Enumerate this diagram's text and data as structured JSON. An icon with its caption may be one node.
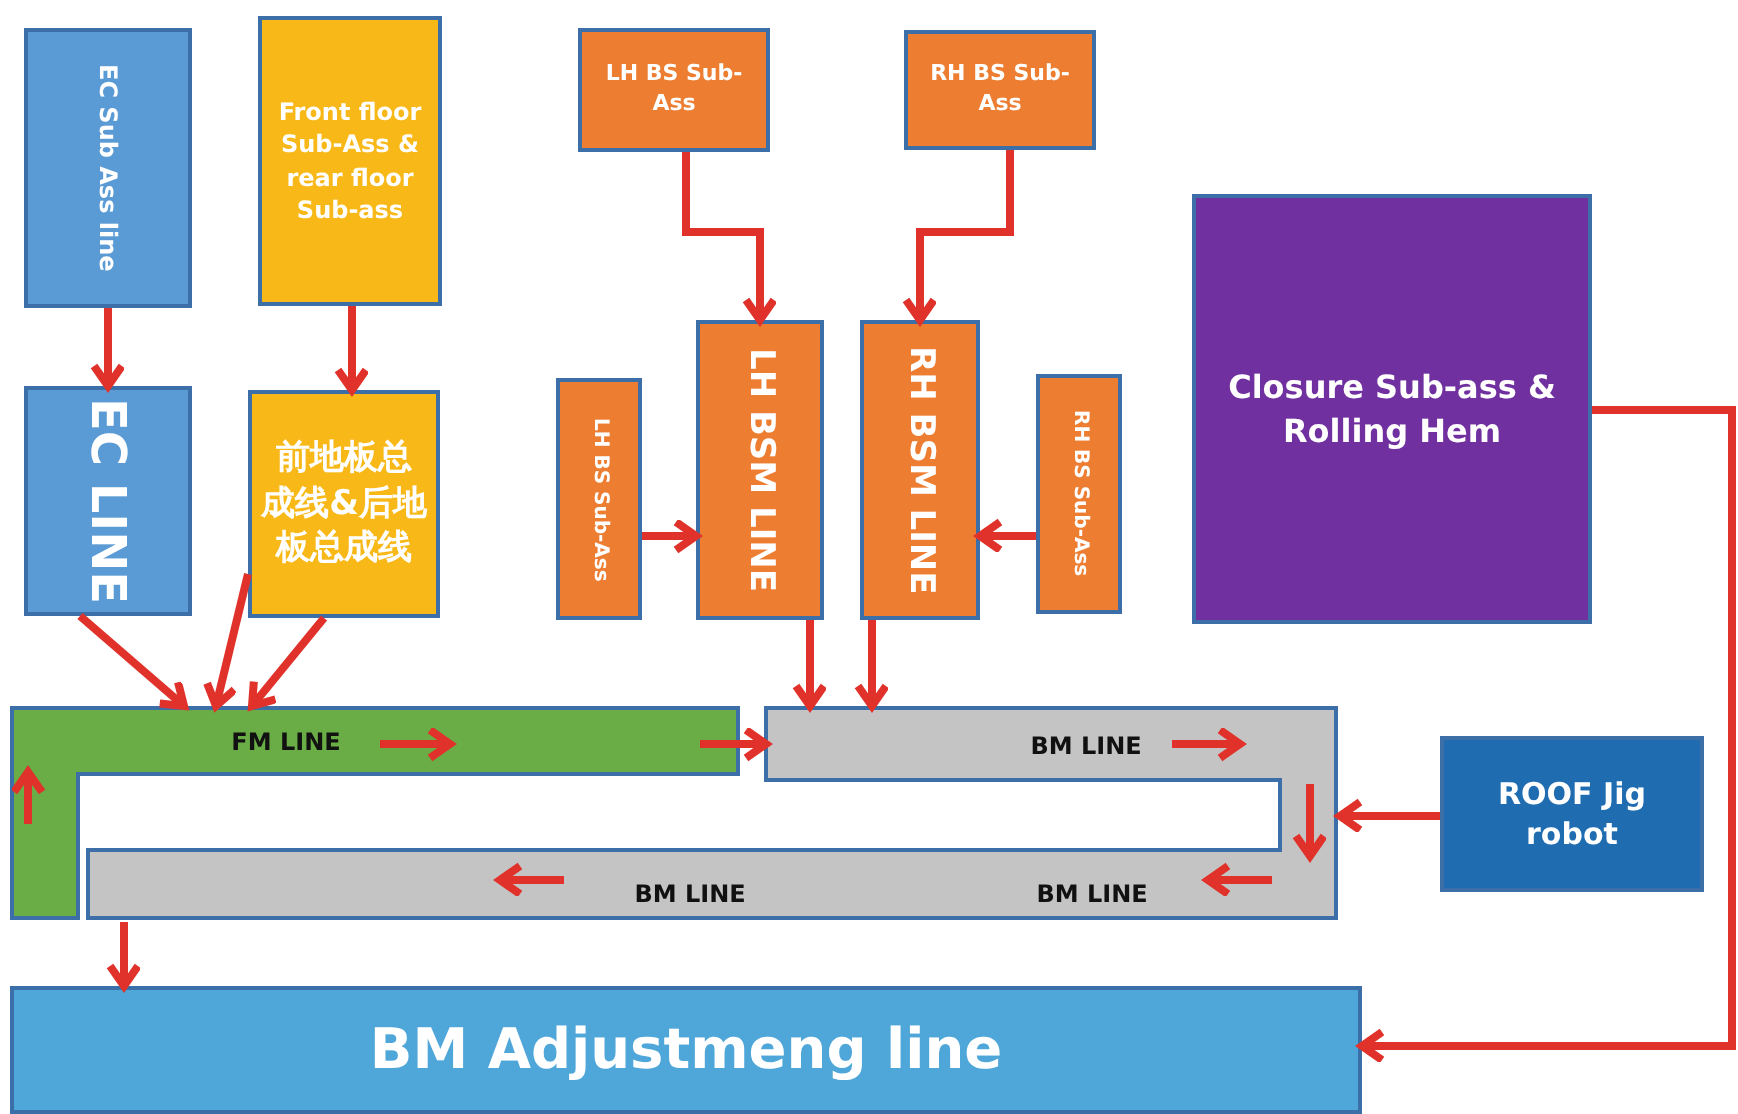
{
  "diagram": {
    "nodes": [
      {
        "text": [
          "EC Sub Ass line"
        ]
      },
      {
        "text": [
          "Front floor Sub-Ass & rear floor Sub-ass"
        ]
      },
      {
        "text": [
          "LH BS Sub-Ass"
        ]
      },
      {
        "text": [
          "RH BS Sub-Ass"
        ]
      },
      {
        "text": [
          "EC LINE"
        ]
      },
      {
        "text": [
          "前地板总成线&后地板总成线"
        ]
      },
      {
        "text": [
          "LH BS Sub-Ass"
        ]
      },
      {
        "text": [
          "LH BSM LINE"
        ]
      },
      {
        "text": [
          "RH BSM LINE"
        ]
      },
      {
        "text": [
          "RH BS Sub-Ass"
        ]
      },
      {
        "text": [
          "Closure Sub-ass & Rolling Hem"
        ]
      },
      {
        "text": [
          "FM LINE"
        ]
      },
      {
        "text": [
          "BM LINE",
          "BM LINE",
          "BM LINE"
        ]
      },
      {
        "text": [
          "ROOF Jig robot"
        ]
      },
      {
        "text": [
          "BM Adjustmeng line"
        ]
      }
    ],
    "edges": [
      {
        "from": 0,
        "to": 4,
        "arrow": "to"
      },
      {
        "from": 1,
        "to": 5,
        "arrow": "to"
      },
      {
        "from": 2,
        "to": 7,
        "arrow": "to"
      },
      {
        "from": 3,
        "to": 8,
        "arrow": "to"
      },
      {
        "from": 6,
        "to": 7,
        "arrow": "to"
      },
      {
        "from": 9,
        "to": 8,
        "arrow": "to"
      },
      {
        "from": 4,
        "to": 11,
        "arrow": "to"
      },
      {
        "from": 5,
        "to": 11,
        "arrow": "to"
      },
      {
        "from": 5,
        "to": 11,
        "arrow": "to"
      },
      {
        "from": 7,
        "to": 12,
        "arrow": "to"
      },
      {
        "from": 8,
        "to": 12,
        "arrow": "to"
      },
      {
        "from": 11,
        "to": 12,
        "arrow": "to"
      },
      {
        "from": 13,
        "to": 12,
        "arrow": "to"
      },
      {
        "from": 12,
        "to": 14,
        "arrow": "to"
      },
      {
        "from": 10,
        "to": 14,
        "arrow": "to"
      }
    ]
  }
}
